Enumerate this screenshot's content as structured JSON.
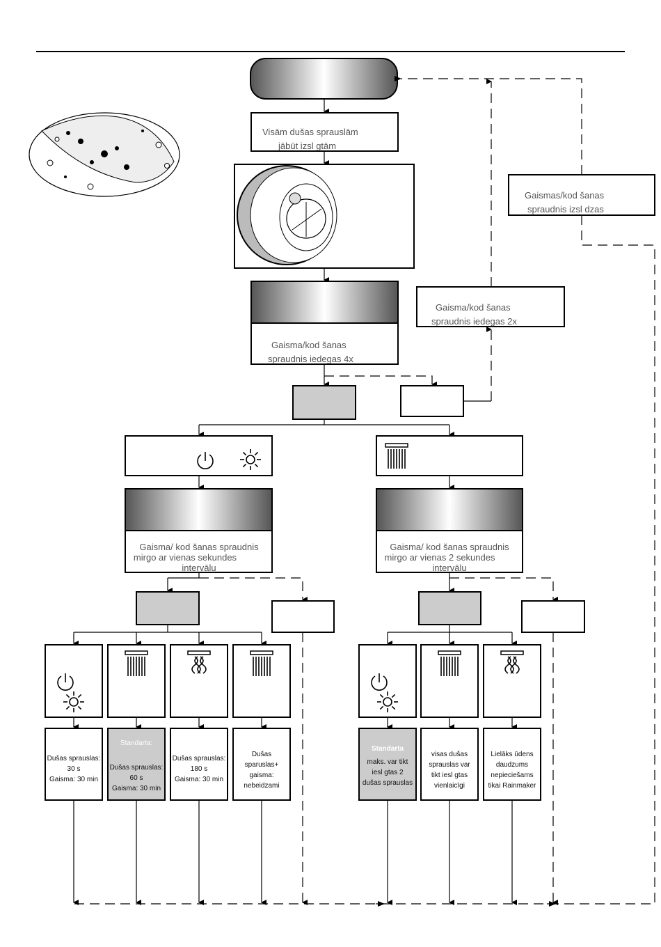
{
  "flow": {
    "start_note": [
      "Visām dušas sprauslām",
      "jābūt izsl  gtām"
    ],
    "blink_4x": [
      "Gaisma/kod  šanas",
      "spraudnis iedegas 4x"
    ],
    "blink_2x": [
      "Gaisma/kod  šanas",
      "spraudnis iedegas 2x"
    ],
    "switch_off": [
      "Gaismas/kod  šanas",
      "spraudnis izsl  dzas"
    ],
    "left_branch": {
      "blink_text": [
        "Gaisma/ kod  šanas spraudnis",
        "mirgo ar vienas sekundes",
        "intervālu"
      ],
      "options": [
        {
          "icon": "power-light-icon",
          "lines": [
            "Dušas sprauslas:",
            "30 s",
            "Gaisma: 30 min"
          ],
          "highlight": false
        },
        {
          "icon": "shower-icon",
          "label": "Standarta:",
          "lines": [
            "Dušas sprauslas:",
            "60 s",
            "Gaisma: 30 min"
          ],
          "highlight": true
        },
        {
          "icon": "rainmaker-icon",
          "lines": [
            "Dušas sprauslas:",
            "180 s",
            "Gaisma: 30 min"
          ],
          "highlight": false
        },
        {
          "icon": "shower-icon",
          "lines": [
            "Dušas",
            "sparuslas+",
            "gaisma:",
            "nebeidzami"
          ],
          "highlight": false
        }
      ]
    },
    "right_branch": {
      "blink_text": [
        "Gaisma/ kod  šanas spraudnis",
        "mirgo ar vienas 2 sekundes",
        "intervālu"
      ],
      "options": [
        {
          "icon": "power-light-icon",
          "label": "Standarta",
          "lines": [
            "maks. var tikt",
            "iesl  gtas 2",
            "dušas sprauslas"
          ],
          "highlight": true
        },
        {
          "icon": "shower-icon",
          "lines": [
            "visas dušas",
            "sprauslas var",
            "tikt iesl  gtas",
            "vienlaicīgi"
          ],
          "highlight": false
        },
        {
          "icon": "rainmaker-icon",
          "lines": [
            "Lielāks ūdens",
            "daudzums",
            "nepieciešams",
            "tikai Rainmaker"
          ],
          "highlight": false
        }
      ]
    }
  },
  "colors": {
    "highlight": "#cccccc",
    "gradient_dark": "#555555"
  }
}
